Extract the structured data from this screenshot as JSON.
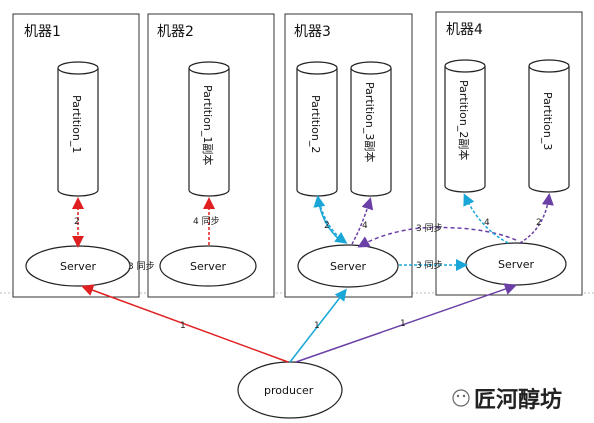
{
  "machines": [
    {
      "title": "机器1",
      "partitions": [
        "Partition_1"
      ],
      "server": "Server"
    },
    {
      "title": "机器2",
      "partitions": [
        "Partition_1副本"
      ],
      "server": "Server"
    },
    {
      "title": "机器3",
      "partitions": [
        "Partition_2",
        "Partition_3副本"
      ],
      "server": "Server"
    },
    {
      "title": "机器4",
      "partitions": [
        "Partition_2副本",
        "Partition_3"
      ],
      "server": "Server"
    }
  ],
  "producer": "producer",
  "labels": {
    "m1_step": "2",
    "m2_step": "4 同步",
    "m1_m2_sync": "3 同步",
    "m3_p2_step": "2",
    "m3_p3_step": "4",
    "m3_m4_sync_top": "3 同步",
    "m3_m4_sync_bottom": "3 同步",
    "m4_p2_step": "4",
    "m4_p3_step": "2",
    "prod_m1": "1",
    "prod_m3": "1",
    "prod_m4": "1"
  },
  "colors": {
    "red": "#e02020",
    "cyan": "#1aa7d8",
    "purple": "#6a3fa6",
    "black": "#222222"
  },
  "watermark": "匠河醇坊"
}
